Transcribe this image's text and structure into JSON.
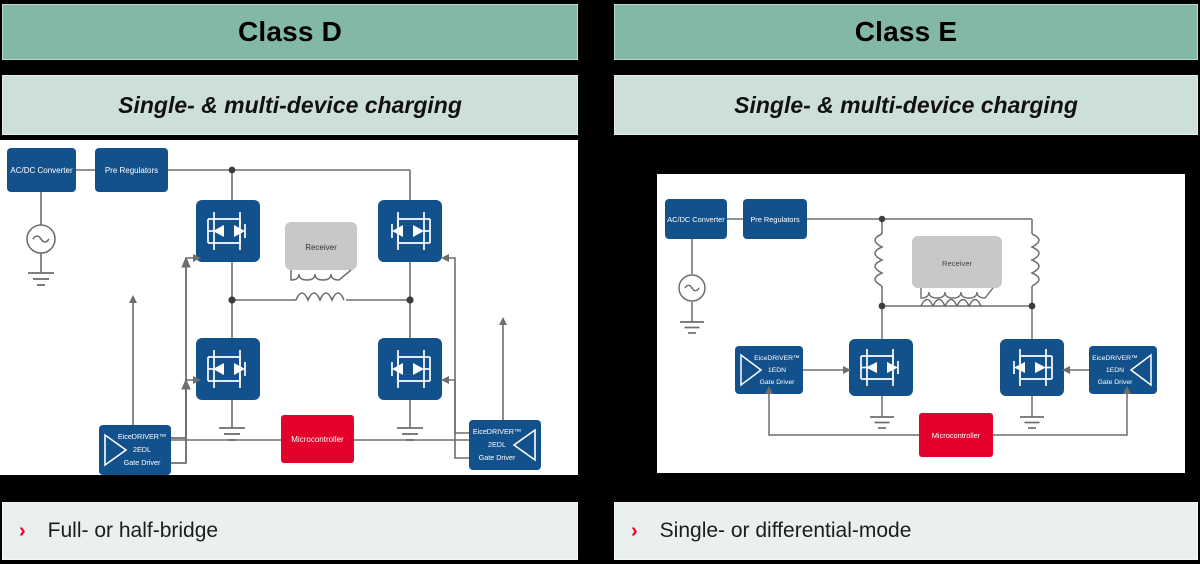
{
  "colors": {
    "header_bg": "#82b8a4",
    "subtitle_bg": "#cde0d8",
    "footer_bg": "#e9f0ed",
    "panel_bg": "#ffffff",
    "block_blue": "#13518c",
    "receiver_gray": "#c8c8c8",
    "mcu_red": "#e3002a",
    "wire": "#6e6e6e",
    "page_bg": "#000000"
  },
  "columns": [
    {
      "id": "class-d",
      "header": "Class D",
      "subtitle": "Single- & multi-device charging",
      "footer_bullet": "›",
      "footer": "Full- or half-bridge",
      "diagram": {
        "type": "full-bridge wireless power transmitter",
        "blocks": {
          "acdc": "AC/DC Converter",
          "pre_reg": "Pre Regulators",
          "receiver": "Receiver",
          "mcu": "Microcontroller",
          "gate_driver_left": [
            "EiceDRIVER™",
            "2EDL",
            "Gate Driver"
          ],
          "gate_driver_right": [
            "EiceDRIVER™",
            "2EDL",
            "Gate Driver"
          ]
        },
        "switch_count": 4,
        "symbols": [
          "ac-source",
          "ground",
          "mosfet-with-body-diode",
          "transformer-coils"
        ]
      }
    },
    {
      "id": "class-e",
      "header": "Class E",
      "subtitle": "Single- & multi-device charging",
      "footer_bullet": "›",
      "footer": "Single- or differential-mode",
      "diagram": {
        "type": "class-E differential wireless power transmitter",
        "blocks": {
          "acdc": "AC/DC Converter",
          "pre_reg": "Pre Regulators",
          "receiver": "Receiver",
          "mcu": "Microcontroller",
          "gate_driver_left": [
            "EiceDRIVER™",
            "1EDN",
            "Gate Driver"
          ],
          "gate_driver_right": [
            "EiceDRIVER™",
            "1EDN",
            "Gate Driver"
          ]
        },
        "switch_count": 2,
        "symbols": [
          "ac-source",
          "ground",
          "mosfet-with-body-diode",
          "inductor",
          "transformer-coils"
        ]
      }
    }
  ]
}
